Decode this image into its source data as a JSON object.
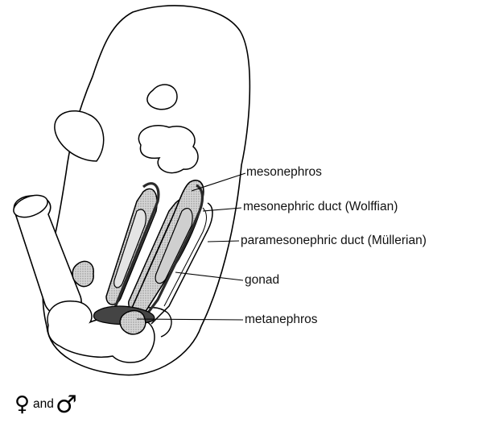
{
  "labels": {
    "mesonephros": "mesonephros",
    "mesonephric_duct": "mesonephric duct (Wolffian)",
    "paramesonephric_duct": "paramesonephric duct (Müllerian)",
    "gonad": "gonad",
    "metanephros": "metanephros"
  },
  "caption": {
    "female_symbol": "♀",
    "conjunction": "and",
    "male_symbol": "♂"
  },
  "colors": {
    "outline": "#000000",
    "shading": "#bdbdbd",
    "dark_duct": "#2a2a2a"
  }
}
